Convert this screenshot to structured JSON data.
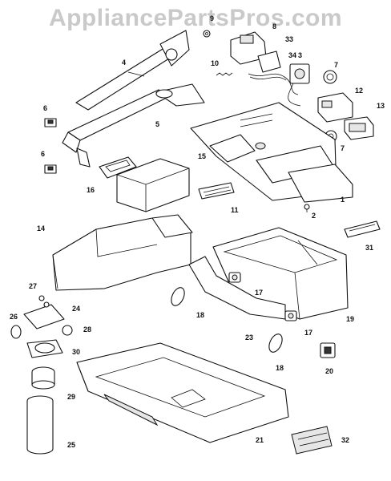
{
  "watermark": "AppliancePartsPros.com",
  "callouts": {
    "c1": "1",
    "c2": "2",
    "c3": "3",
    "c4": "4",
    "c5": "5",
    "c6a": "6",
    "c6b": "6",
    "c7a": "7",
    "c7b": "7",
    "c8": "8",
    "c9": "9",
    "c10": "10",
    "c11": "11",
    "c12": "12",
    "c13": "13",
    "c14": "14",
    "c15": "15",
    "c16": "16",
    "c17a": "17",
    "c17b": "17",
    "c18a": "18",
    "c18b": "18",
    "c19": "19",
    "c20": "20",
    "c21": "21",
    "c23": "23",
    "c24": "24",
    "c25": "25",
    "c26": "26",
    "c27": "27",
    "c28": "28",
    "c29": "29",
    "c30": "30",
    "c31": "31",
    "c32": "32",
    "c33": "33",
    "c34": "34"
  }
}
